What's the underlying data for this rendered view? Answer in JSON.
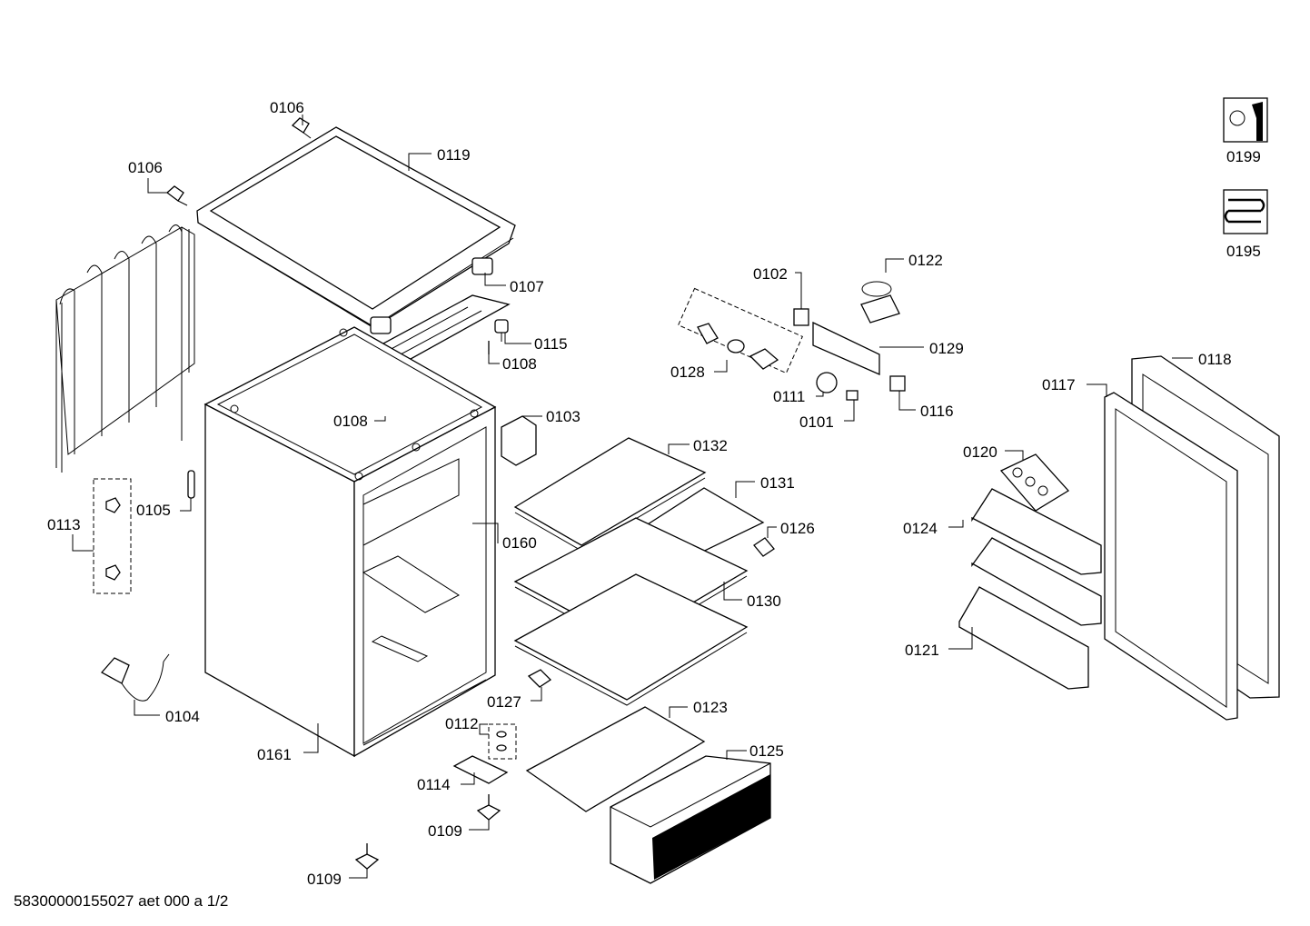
{
  "diagram": {
    "footer": "58300000155027 aet 000 a 1/2",
    "labels": {
      "p0106a": "0106",
      "p0106b": "0106",
      "p0119": "0119",
      "p0107": "0107",
      "p0115": "0115",
      "p0108a": "0108",
      "p0108b": "0108",
      "p0103": "0103",
      "p0105": "0105",
      "p0113": "0113",
      "p0104": "0104",
      "p0161": "0161",
      "p0160": "0160",
      "p0132": "0132",
      "p0131": "0131",
      "p0126": "0126",
      "p0130": "0130",
      "p0127": "0127",
      "p0112": "0112",
      "p0114": "0114",
      "p0109a": "0109",
      "p0109b": "0109",
      "p0123": "0123",
      "p0125": "0125",
      "p0102": "0102",
      "p0122": "0122",
      "p0129": "0129",
      "p0128": "0128",
      "p0111": "0111",
      "p0101": "0101",
      "p0116": "0116",
      "p0118": "0118",
      "p0117": "0117",
      "p0120": "0120",
      "p0124": "0124",
      "p0121": "0121",
      "p0199": "0199",
      "p0195": "0195"
    }
  }
}
